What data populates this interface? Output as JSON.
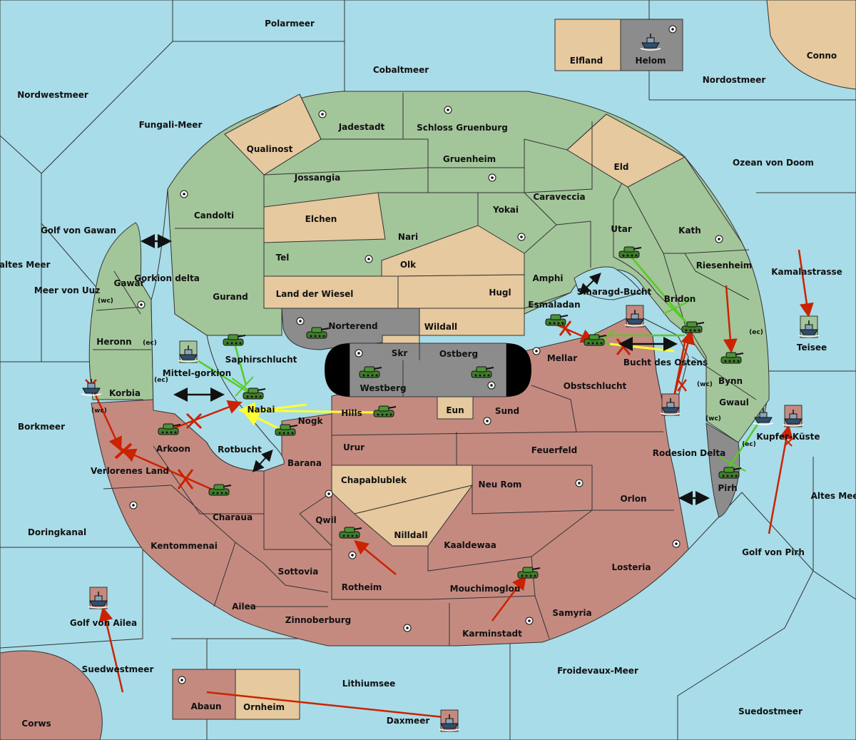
{
  "colors": {
    "sea": "#a8dce8",
    "green_power": "#a3c59a",
    "red_power": "#c48a80",
    "neutral": "#e6c99e",
    "impassable": "#8c8c8c",
    "order_red": "#cc2200",
    "order_green": "#55cc22",
    "order_yellow": "#ffff33"
  },
  "seas": {
    "polarmeer": "Polarmeer",
    "cobaltmeer": "Cobaltmeer",
    "nordwestmeer": "Nordwestmeer",
    "fungali_meer": "Fungali-Meer",
    "nordostmeer": "Nordostmeer",
    "ozean_von_doom": "Ozean von Doom",
    "golf_von_gawan": "Golf von Gawan",
    "kaltes_meer": "Kaltes Meer",
    "meer_von_uuz": "Meer von Uuz",
    "kamalastrasse": "Kamalastrasse",
    "borkmeer": "Borkmeer",
    "doringkanal": "Doringkanal",
    "altes_meer": "Altes Meer",
    "golf_von_pirh": "Golf von Pirh",
    "golf_von_ailea": "Golf von Ailea",
    "suedwestmeer": "Suedwestmeer",
    "lithiumsee": "Lithiumsee",
    "froidevaux_meer": "Froidevaux-Meer",
    "suedostmeer": "Suedostmeer",
    "daxmeer": "Daxmeer",
    "gorkion_delta": "Gorkion delta",
    "mittel_gorkion": "Mittel-gorkion",
    "rotbucht": "Rotbucht",
    "smaragd_bucht": "Smaragd-Bucht",
    "bucht_des_ostens": "Bucht des Ostens",
    "rodesion_delta": "Rodesion Delta"
  },
  "lands": {
    "elfland": "Elfland",
    "helom": "Helom",
    "conno": "Conno",
    "teisee": "Teisee",
    "corws": "Corws",
    "abaun": "Abaun",
    "ornheim": "Ornheim",
    "kupfer_kueste": "Kupfer-Küste",
    "jadestadt": "Jadestadt",
    "schloss_gruenburg": "Schloss Gruenburg",
    "qualinost": "Qualinost",
    "jossangia": "Jossangia",
    "gruenheim": "Gruenheim",
    "eld": "Eld",
    "caraveccia": "Caraveccia",
    "yokai": "Yokai",
    "candolti": "Candolti",
    "elchen": "Elchen",
    "nari": "Nari",
    "utar": "Utar",
    "kath": "Kath",
    "tel": "Tel",
    "olk": "Olk",
    "riesenheim": "Riesenheim",
    "amphi": "Amphi",
    "gawar": "Gawar",
    "gurand": "Gurand",
    "land_der_wiesel": "Land der Wiesel",
    "hugl": "Hugl",
    "esmaladan": "Esmaladan",
    "bridon": "Bridon",
    "norterend": "Norterend",
    "wildall": "Wildall",
    "heronn": "Heronn",
    "skr": "Skr",
    "ostberg": "Ostberg",
    "mellar": "Mellar",
    "saphirschlucht": "Saphirschlucht",
    "westberg": "Westberg",
    "bynn": "Bynn",
    "korbia": "Korbia",
    "obstschlucht": "Obstschlucht",
    "nabai": "Nabai",
    "eun": "Eun",
    "sund": "Sund",
    "gwaul": "Gwaul",
    "hills": "Hills",
    "nogk": "Nogk",
    "arkoon": "Arkoon",
    "urur": "Urur",
    "feuerfeld": "Feuerfeld",
    "verlorenes_land": "Verlorenes Land",
    "barana": "Barana",
    "chapablublek": "Chapablublek",
    "neu_rom": "Neu Rom",
    "pirh": "Pirh",
    "orlon": "Orlon",
    "charaua": "Charaua",
    "qwil": "Qwil",
    "nilldall": "Nilldall",
    "kaaldewaa": "Kaaldewaa",
    "kentommenai": "Kentommenai",
    "sottovia": "Sottovia",
    "losteria": "Losteria",
    "rotheim": "Rotheim",
    "mouchimoglou": "Mouchimoglou",
    "ailea": "Ailea",
    "samyria": "Samyria",
    "zinnoberburg": "Zinnoberburg",
    "karminstadt": "Karminstadt"
  },
  "coasts": {
    "wc": "(wc)",
    "ec": "(ec)"
  },
  "unit_icons": {
    "army": "tank-icon",
    "fleet": "ship-icon"
  }
}
